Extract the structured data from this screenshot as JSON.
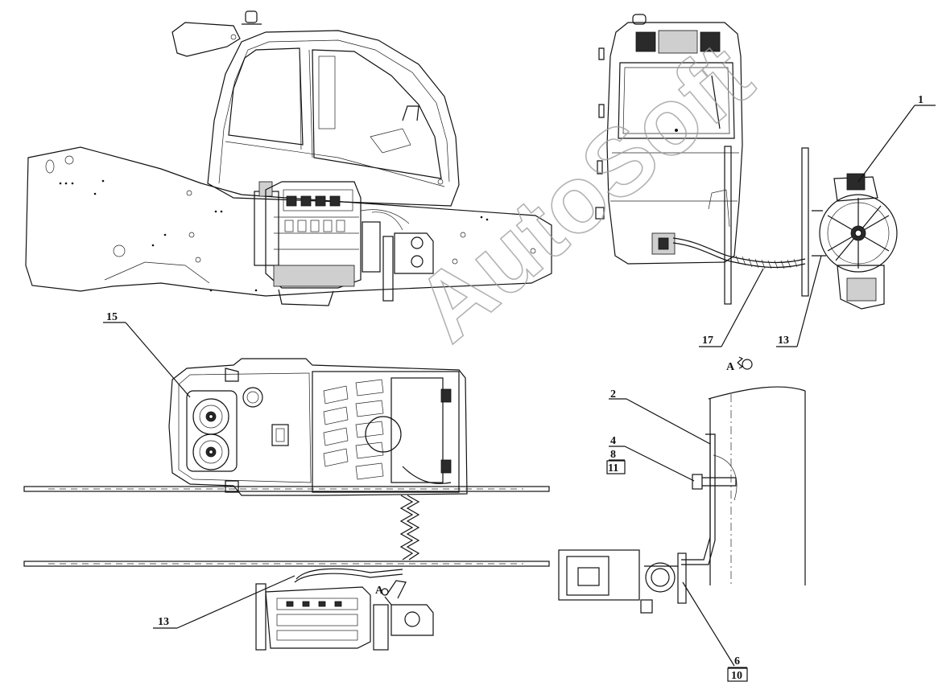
{
  "watermark": "AutoSoft",
  "view_marker": "A",
  "callouts": {
    "c1": "1",
    "c2": "2",
    "c4": "4",
    "c8": "8",
    "c11": "11",
    "c6": "6",
    "c10": "10",
    "c13_front": "13",
    "c13_top": "13",
    "c15": "15",
    "c17": "17",
    "a_top": "A"
  }
}
